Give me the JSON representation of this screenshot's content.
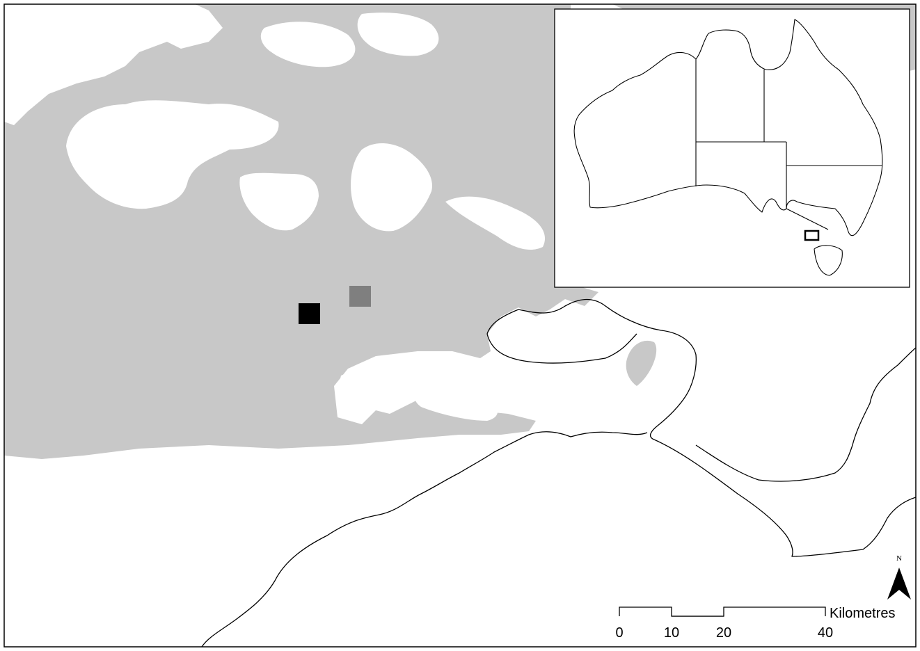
{
  "map": {
    "colors": {
      "land_fill": "#c8c8c8",
      "water_fill": "#ffffff",
      "line": "#000000",
      "marker_primary": "#000000",
      "marker_secondary": "#7f7f7f"
    },
    "markers": [
      {
        "name": "site-marker-black",
        "color": "#000000"
      },
      {
        "name": "site-marker-grey",
        "color": "#7f7f7f"
      }
    ],
    "scale_bar": {
      "unit_label": "Kilometres",
      "tick_labels": [
        "0",
        "10",
        "20",
        "40"
      ]
    },
    "north_arrow": {
      "label": "N",
      "icon": "north-arrow-icon"
    },
    "inset": {
      "icon": "australia-outline-map",
      "highlight": "study-area-extent-box"
    }
  }
}
